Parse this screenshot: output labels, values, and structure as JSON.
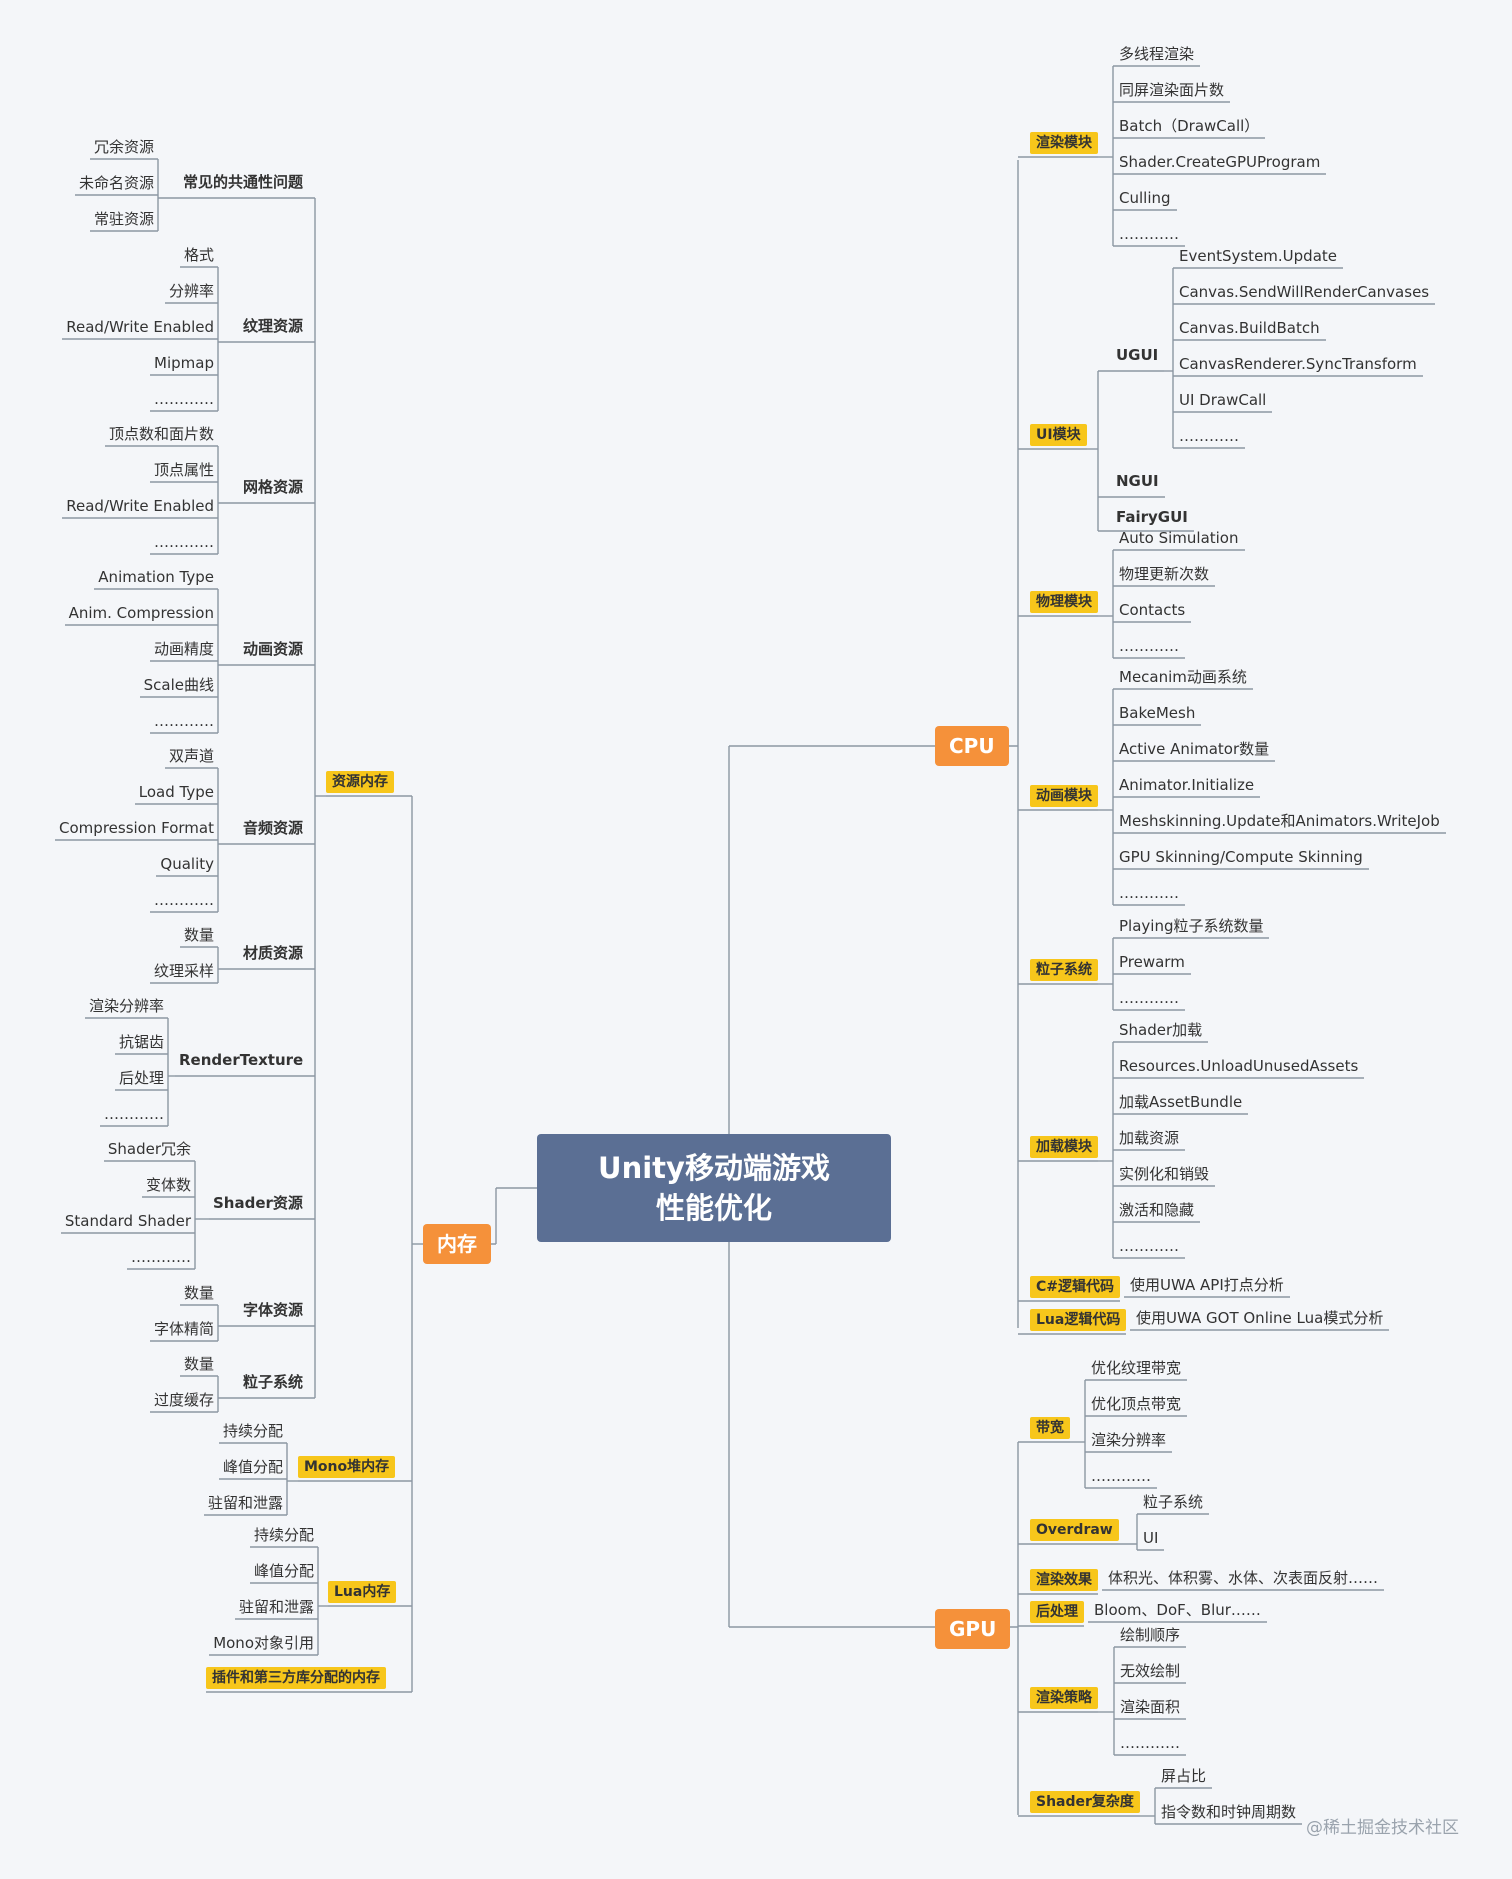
{
  "root": {
    "line1": "Unity移动端游戏",
    "line2": "性能优化"
  },
  "watermark": "@稀土掘金技术社区",
  "colors": {
    "root": "#5b6f94",
    "main": "#f5913a",
    "tag": "#f7c61b",
    "line": "#8c97a3",
    "background": "#f4f6f9"
  },
  "memory": {
    "label": "内存",
    "asset_memory": {
      "label": "资源内存",
      "groups": [
        {
          "label": "常见的共通性问题",
          "items": [
            "冗余资源",
            "未命名资源",
            "常驻资源"
          ]
        },
        {
          "label": "纹理资源",
          "items": [
            "格式",
            "分辨率",
            "Read/Write Enabled",
            "Mipmap",
            "…………"
          ]
        },
        {
          "label": "网格资源",
          "items": [
            "顶点数和面片数",
            "顶点属性",
            "Read/Write Enabled",
            "…………"
          ]
        },
        {
          "label": "动画资源",
          "items": [
            "Animation Type",
            "Anim. Compression",
            "动画精度",
            "Scale曲线",
            "…………"
          ]
        },
        {
          "label": "音频资源",
          "items": [
            "双声道",
            "Load Type",
            "Compression Format",
            "Quality",
            "…………"
          ]
        },
        {
          "label": "材质资源",
          "items": [
            "数量",
            "纹理采样"
          ]
        },
        {
          "label": "RenderTexture",
          "items": [
            "渲染分辨率",
            "抗锯齿",
            "后处理",
            "…………"
          ]
        },
        {
          "label": "Shader资源",
          "items": [
            "Shader冗余",
            "变体数",
            "Standard Shader",
            "…………"
          ]
        },
        {
          "label": "字体资源",
          "items": [
            "数量",
            "字体精简"
          ]
        },
        {
          "label": "粒子系统",
          "items": [
            "数量",
            "过度缓存"
          ]
        }
      ]
    },
    "mono_heap": {
      "label": "Mono堆内存",
      "items": [
        "持续分配",
        "峰值分配",
        "驻留和泄露"
      ]
    },
    "lua_memory": {
      "label": "Lua内存",
      "items": [
        "持续分配",
        "峰值分配",
        "驻留和泄露",
        "Mono对象引用"
      ]
    },
    "plugin_memory": {
      "label": "插件和第三方库分配的内存"
    }
  },
  "cpu": {
    "label": "CPU",
    "render": {
      "label": "渲染模块",
      "items": [
        "多线程渲染",
        "同屏渲染面片数",
        "Batch（DrawCall）",
        "Shader.CreateGPUProgram",
        "Culling",
        "…………"
      ]
    },
    "ui": {
      "label": "UI模块",
      "ugui": {
        "label": "UGUI",
        "items": [
          "EventSystem.Update",
          "Canvas.SendWillRenderCanvases",
          "Canvas.BuildBatch",
          "CanvasRenderer.SyncTransform",
          "UI DrawCall",
          "…………"
        ]
      },
      "ngui": "NGUI",
      "fairygui": "FairyGUI"
    },
    "physics": {
      "label": "物理模块",
      "items": [
        "Auto Simulation",
        "物理更新次数",
        "Contacts",
        "…………"
      ]
    },
    "animation": {
      "label": "动画模块",
      "items": [
        "Mecanim动画系统",
        "BakeMesh",
        "Active Animator数量",
        "Animator.Initialize",
        "Meshskinning.Update和Animators.WriteJob",
        "GPU Skinning/Compute Skinning",
        "…………"
      ]
    },
    "particles": {
      "label": "粒子系统",
      "items": [
        "Playing粒子系统数量",
        "Prewarm",
        "…………"
      ]
    },
    "loading": {
      "label": "加载模块",
      "items": [
        "Shader加载",
        "Resources.UnloadUnusedAssets",
        "加载AssetBundle",
        "加载资源",
        "实例化和销毁",
        "激活和隐藏",
        "…………"
      ]
    },
    "csharp": {
      "label": "C#逻辑代码",
      "item": "使用UWA API打点分析"
    },
    "lua": {
      "label": "Lua逻辑代码",
      "item": "使用UWA GOT Online Lua模式分析"
    }
  },
  "gpu": {
    "label": "GPU",
    "bandwidth": {
      "label": "带宽",
      "items": [
        "优化纹理带宽",
        "优化顶点带宽",
        "渲染分辨率",
        "…………"
      ]
    },
    "overdraw": {
      "label": "Overdraw",
      "items": [
        "粒子系统",
        "UI"
      ]
    },
    "effects": {
      "label": "渲染效果",
      "item": "体积光、体积雾、水体、次表面反射……"
    },
    "postprocess": {
      "label": "后处理",
      "item": "Bloom、DoF、Blur……"
    },
    "strategy": {
      "label": "渲染策略",
      "items": [
        "绘制顺序",
        "无效绘制",
        "渲染面积",
        "…………"
      ]
    },
    "shader": {
      "label": "Shader复杂度",
      "items": [
        "屏占比",
        "指令数和时钟周期数"
      ]
    }
  }
}
